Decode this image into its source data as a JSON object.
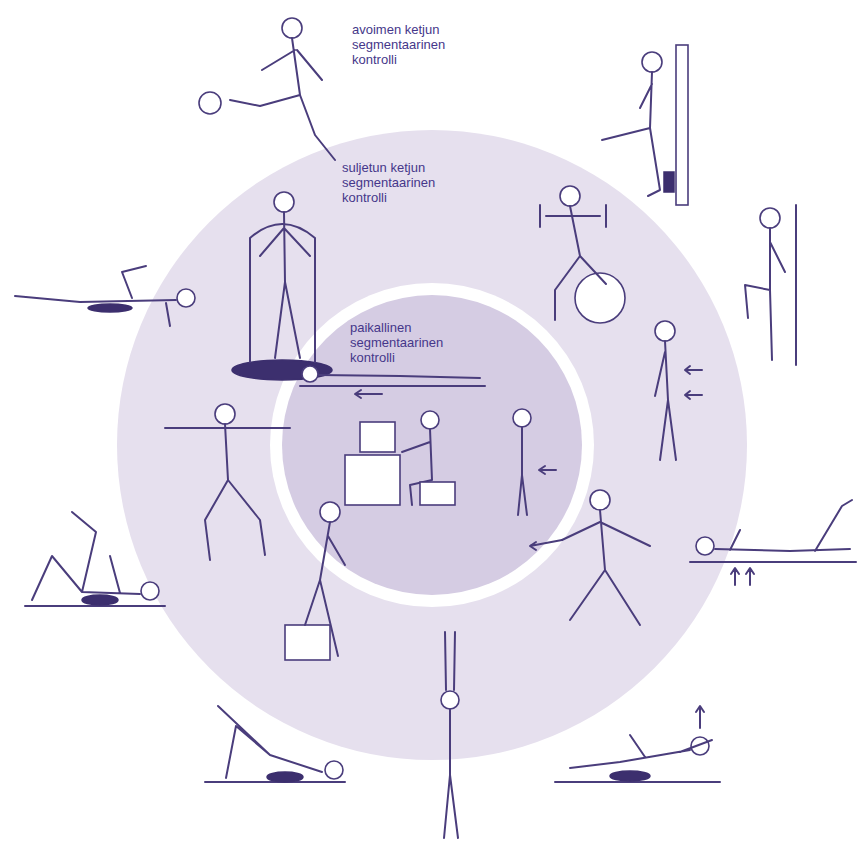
{
  "diagram": {
    "nodes": [
      {
        "text": [
          "suljetun ketjun segmentaarinen kontrolli"
        ]
      },
      {
        "text": [
          "paikallinen segmentaarinen kontrolli"
        ],
        "in": 0
      }
    ],
    "labels": [
      "avoimen ketjun segmentaarinen kontrolli"
    ]
  }
}
